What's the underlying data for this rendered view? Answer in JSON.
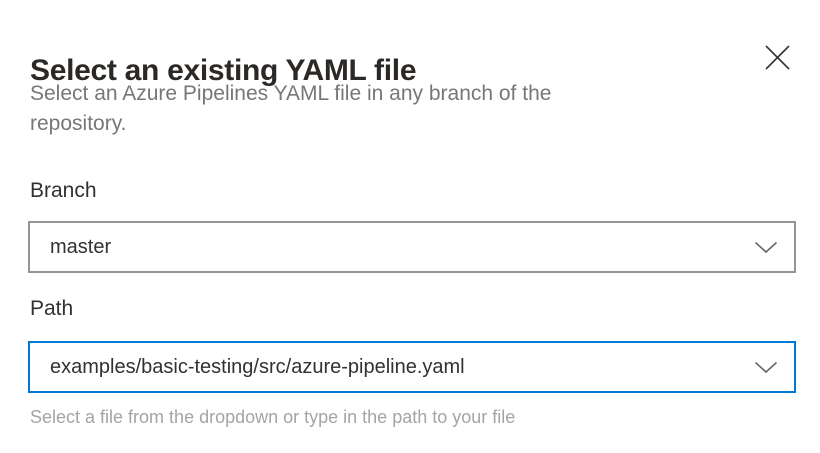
{
  "dialog": {
    "title": "Select an existing YAML file",
    "subtitle": "Select an Azure Pipelines YAML file in any branch of the repository."
  },
  "branch_field": {
    "label": "Branch",
    "value": "master"
  },
  "path_field": {
    "label": "Path",
    "value": "examples/basic-testing/src/azure-pipeline.yaml",
    "helper_text": "Select a file from the dropdown or type in the path to your file"
  },
  "icons": {
    "close": "close-icon",
    "branch_dropdown": "chevron-down-icon",
    "path_dropdown": "chevron-down-icon"
  },
  "colors": {
    "accent_border": "#0078d4",
    "title_text": "#2b2826",
    "body_text": "#323130",
    "subtitle_text": "#797775",
    "helper_text": "#a6a4a2",
    "field_border": "#949494",
    "icon_gray": "#666666",
    "background": "#ffffff"
  }
}
